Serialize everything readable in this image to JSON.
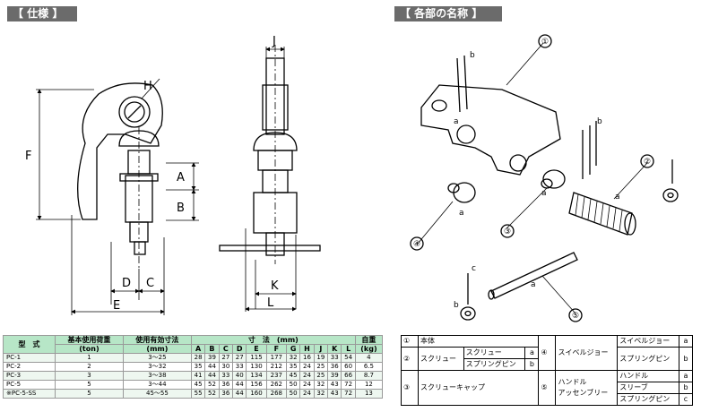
{
  "headers": {
    "spec": "【 仕様 】",
    "parts": "【 各部の名称 】"
  },
  "dims": {
    "H": "H",
    "F": "F",
    "A": "A",
    "B": "B",
    "D": "D",
    "C": "C",
    "E": "E",
    "J": "J",
    "K": "K",
    "L": "L"
  },
  "callouts": {
    "1": "①",
    "2": "②",
    "3": "③",
    "4": "④",
    "5": "⑤",
    "a": "a",
    "b": "b",
    "c": "c"
  },
  "spec_table": {
    "h_model": "型　式",
    "h_load": "基本使用荷重",
    "h_load_unit": "(ton)",
    "h_range": "使用有効寸法",
    "h_range_unit": "(mm)",
    "h_dims": "寸　法　(mm)",
    "h_weight": "自重",
    "h_weight_unit": "(kg)",
    "dim_cols": [
      "A",
      "B",
      "C",
      "D",
      "E",
      "F",
      "G",
      "H",
      "J",
      "K",
      "L"
    ],
    "rows": [
      {
        "model": "PC-1",
        "load": "1",
        "range": "3～25",
        "dims": [
          "28",
          "39",
          "27",
          "27",
          "115",
          "177",
          "32",
          "16",
          "19",
          "33",
          "54"
        ],
        "weight": "4"
      },
      {
        "model": "PC-2",
        "load": "2",
        "range": "3～32",
        "dims": [
          "35",
          "44",
          "30",
          "33",
          "130",
          "212",
          "35",
          "24",
          "25",
          "36",
          "60"
        ],
        "weight": "6.5"
      },
      {
        "model": "PC-3",
        "load": "3",
        "range": "3～38",
        "dims": [
          "41",
          "44",
          "33",
          "40",
          "134",
          "237",
          "45",
          "24",
          "25",
          "39",
          "66"
        ],
        "weight": "8.7"
      },
      {
        "model": "PC-5",
        "load": "5",
        "range": "3～44",
        "dims": [
          "45",
          "52",
          "36",
          "44",
          "156",
          "262",
          "50",
          "24",
          "32",
          "43",
          "72"
        ],
        "weight": "12"
      },
      {
        "model": "※PC-5-SS",
        "load": "5",
        "range": "45～55",
        "dims": [
          "55",
          "52",
          "36",
          "44",
          "160",
          "268",
          "50",
          "24",
          "32",
          "43",
          "72"
        ],
        "weight": "13"
      }
    ]
  },
  "parts_table": {
    "p1": {
      "num": "①",
      "name": "本体"
    },
    "p2": {
      "num": "②",
      "name": "スクリュー",
      "subs": [
        {
          "name": "スクリュー",
          "code": "a"
        },
        {
          "name": "スプリングピン",
          "code": "b"
        }
      ]
    },
    "p3": {
      "num": "③",
      "name": "スクリューキャップ"
    },
    "p4": {
      "num": "④",
      "name": "スイベルジョー",
      "subs": [
        {
          "name": "スイベルジョー",
          "code": "a"
        },
        {
          "name": "スプリングピン",
          "code": "b"
        }
      ]
    },
    "p5": {
      "num": "⑤",
      "name1": "ハンドル",
      "name2": "アッセンブリー",
      "subs": [
        {
          "name": "ハンドル",
          "code": "a"
        },
        {
          "name": "スリーブ",
          "code": "b"
        },
        {
          "name": "スプリングピン",
          "code": "c"
        }
      ]
    }
  }
}
